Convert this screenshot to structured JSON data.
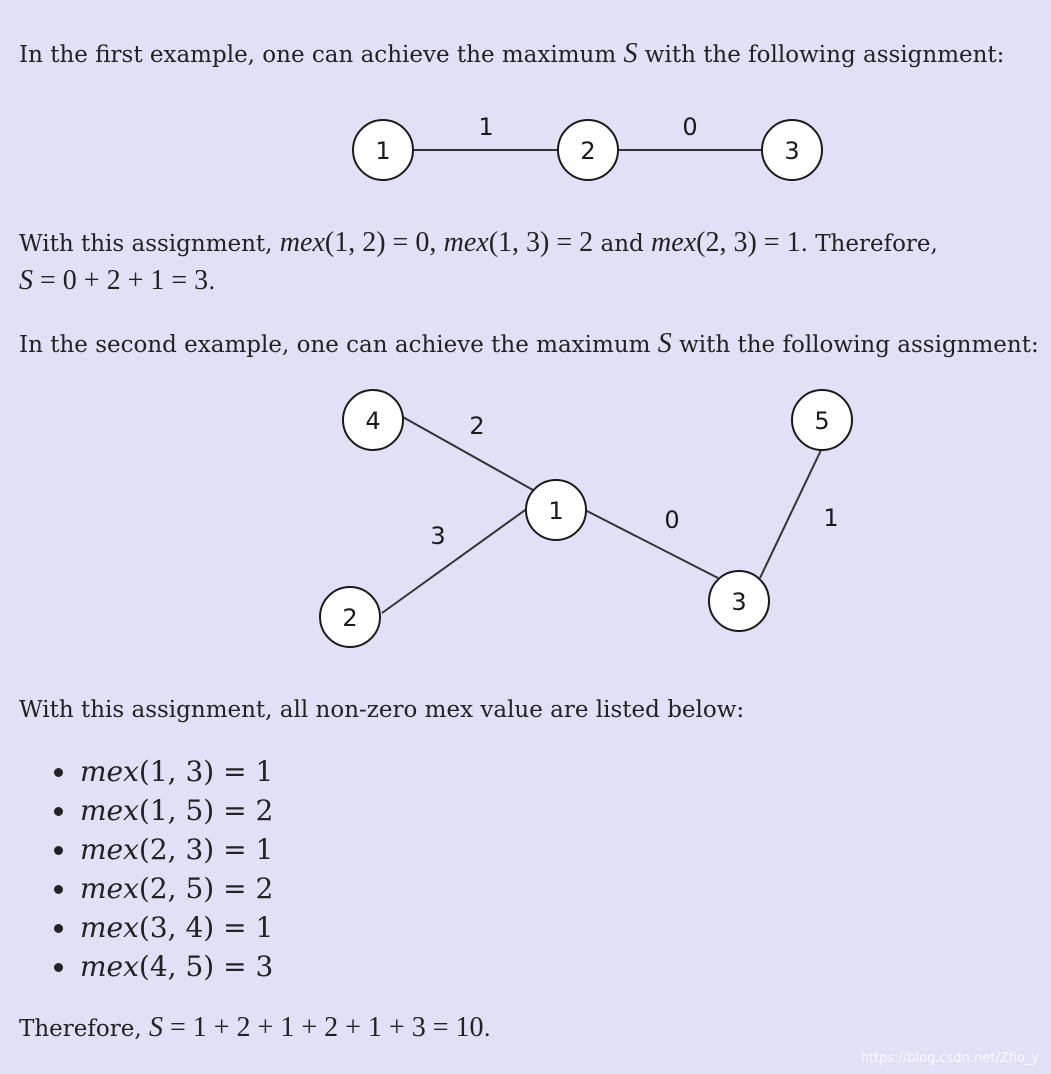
{
  "paragraphs": {
    "intro1_pre": "In the first example, one can achieve the maximum ",
    "intro1_var": "S",
    "intro1_post": " with the following assignment:",
    "result1_a": "With this assignment, ",
    "result1_m1": "mex",
    "result1_m1_args": "(1, 2) = 0,",
    "result1_m2": "mex",
    "result1_m2_args": "(1, 3) = 2",
    "result1_and": " and ",
    "result1_m3": "mex",
    "result1_m3_args": "(2, 3) = 1",
    "result1_therefore": ". Therefore,",
    "result1_s_var": "S",
    "result1_s_expr": " = 0 + 2 + 1 = 3",
    "result1_period": ".",
    "intro2_pre": "In the second example, one can achieve the maximum ",
    "intro2_var": "S",
    "intro2_post": " with the following assignment:",
    "list_intro": "With this assignment, all non-zero mex value are listed below:",
    "final_pre": "Therefore, ",
    "final_var": "S",
    "final_expr": " = 1 + 2 + 1 + 2 + 1 + 3 = 10",
    "final_period": "."
  },
  "tree1": {
    "nodes": [
      {
        "label": "1"
      },
      {
        "label": "2"
      },
      {
        "label": "3"
      }
    ],
    "edges": [
      {
        "from": "1",
        "to": "2",
        "label": "1"
      },
      {
        "from": "2",
        "to": "3",
        "label": "0"
      }
    ]
  },
  "tree2": {
    "nodes": [
      {
        "label": "4"
      },
      {
        "label": "1"
      },
      {
        "label": "2"
      },
      {
        "label": "3"
      },
      {
        "label": "5"
      }
    ],
    "edges": [
      {
        "from": "4",
        "to": "1",
        "label": "2"
      },
      {
        "from": "2",
        "to": "1",
        "label": "3"
      },
      {
        "from": "1",
        "to": "3",
        "label": "0"
      },
      {
        "from": "5",
        "to": "3",
        "label": "1"
      }
    ]
  },
  "mex_list": [
    {
      "fn": "mex",
      "args": "(1, 3) = 1"
    },
    {
      "fn": "mex",
      "args": "(1, 5) = 2"
    },
    {
      "fn": "mex",
      "args": "(2, 3) = 1"
    },
    {
      "fn": "mex",
      "args": "(2, 5) = 2"
    },
    {
      "fn": "mex",
      "args": "(3, 4) = 1"
    },
    {
      "fn": "mex",
      "args": "(4, 5) = 3"
    }
  ],
  "watermark": "https://blog.csdn.net/Zfio_y"
}
